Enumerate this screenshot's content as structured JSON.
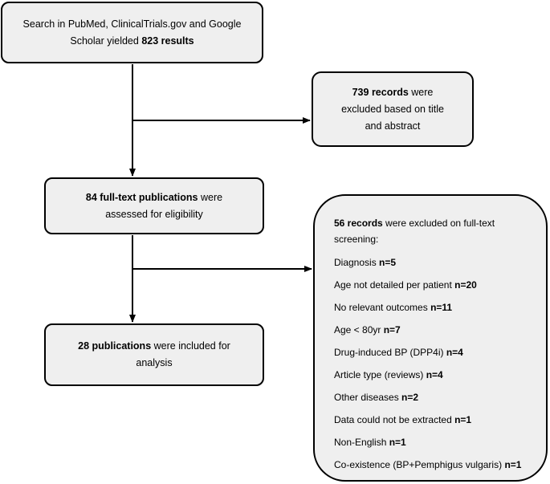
{
  "boxes": {
    "search": {
      "line1": "Search in PubMed, ClinicalTrials.gov and Google",
      "line2_prefix": "Scholar yielded ",
      "line2_bold": "823 results"
    },
    "excluded_title": {
      "bold": "739 records",
      "text_1": " were",
      "text_2": "excluded based on title",
      "text_3": "and abstract"
    },
    "fulltext": {
      "bold": "84 full-text publications",
      "text_1": " were",
      "text_2": "assessed for eligibility"
    },
    "included": {
      "bold": "28 publications",
      "text_1": " were included for",
      "text_2": "analysis"
    },
    "excluded_fulltext": {
      "head_bold": "56 records",
      "head_text_1": " were excluded on full-text",
      "head_text_2": "screening:",
      "reasons": [
        {
          "label": "Diagnosis ",
          "count": "n=5"
        },
        {
          "label": "Age not detailed per patient ",
          "count": "n=20"
        },
        {
          "label": "No relevant outcomes ",
          "count": "n=11"
        },
        {
          "label": "Age < 80yr ",
          "count": "n=7"
        },
        {
          "label": "Drug-induced BP (DPP4i) ",
          "count": "n=4"
        },
        {
          "label": "Article type (reviews) ",
          "count": "n=4"
        },
        {
          "label": "Other diseases ",
          "count": "n=2"
        },
        {
          "label": "Data could not be extracted ",
          "count": "n=1"
        },
        {
          "label": "Non-English ",
          "count": "n=1"
        },
        {
          "label": "Co-existence (BP+Pemphigus vulgaris) ",
          "count": "n=1"
        }
      ]
    }
  },
  "colors": {
    "box_fill": "#efefef",
    "box_border": "#000000",
    "arrow": "#000000"
  }
}
